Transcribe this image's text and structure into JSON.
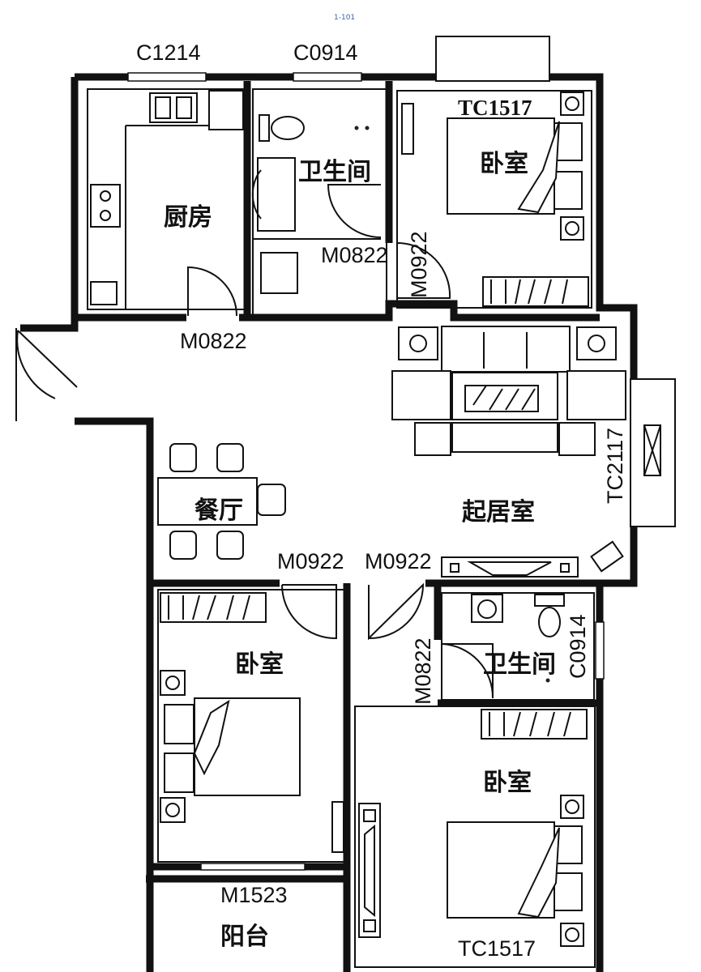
{
  "header": {
    "tag": "1-101"
  },
  "rooms": {
    "kitchen": "厨房",
    "bathroom_top": "卫生间",
    "bedroom_top": "卧室",
    "dining": "餐厅",
    "living": "起居室",
    "bedroom_left": "卧室",
    "bathroom_right": "卫生间",
    "bedroom_right": "卧室",
    "balcony": "阳台"
  },
  "windows": {
    "kitchen_window": "C1214",
    "bath_top_window": "C0914",
    "bedroom_top_window": "TC1517",
    "living_window": "TC2117",
    "bath_right_window": "C0914",
    "bedroom_right_window": "TC1517"
  },
  "doors": {
    "kitchen_door": "M0822",
    "bath_top_door": "M0822",
    "bedroom_top_door": "M0922",
    "bedroom_left_door": "M0922",
    "bedroom_right_door": "M0922",
    "bath_right_door": "M0822",
    "balcony_door": "M1523"
  }
}
